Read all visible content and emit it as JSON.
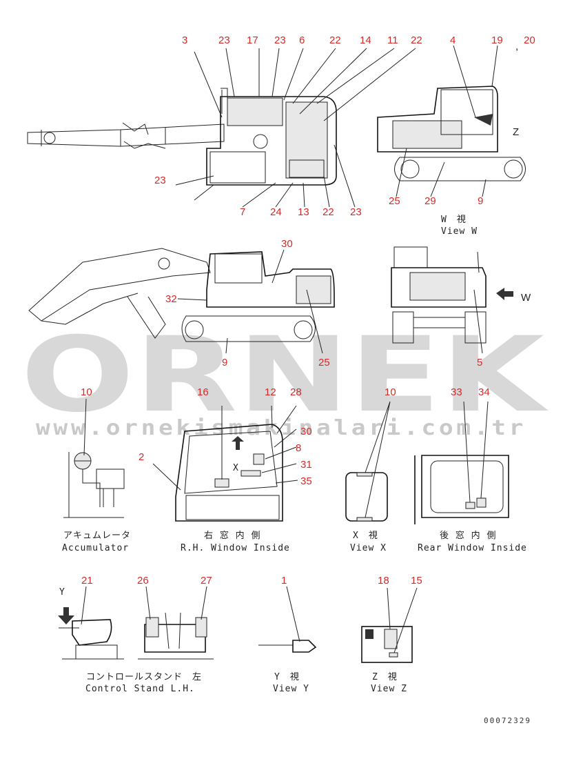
{
  "watermark": {
    "brand": "ORNEK",
    "url": "www.ornekismakinalari.com.tr",
    "color": "#d8d8d8"
  },
  "callout_color": "#d42a2a",
  "callouts": {
    "top_view": [
      "3",
      "23",
      "17",
      "23",
      "6",
      "22",
      "14",
      "11",
      "22",
      "23",
      "7",
      "24",
      "13",
      "22",
      "23"
    ],
    "side_view_w": [
      "4",
      "19",
      "20",
      "25",
      "29",
      "9"
    ],
    "side_view": [
      "30",
      "32",
      "9",
      "25"
    ],
    "rear_view": [
      "5"
    ],
    "accumulator": [
      "10"
    ],
    "rh_window": [
      "16",
      "12",
      "28",
      "2",
      "30",
      "8",
      "31",
      "35"
    ],
    "view_x": [
      "10"
    ],
    "rear_window": [
      "33",
      "34"
    ],
    "control_stand": [
      "21",
      "26",
      "27"
    ],
    "view_y": [
      "1"
    ],
    "view_z": [
      "18",
      "15"
    ]
  },
  "letters": {
    "z": "Z",
    "w": "W",
    "x": "X",
    "y": "Y",
    "comma": ","
  },
  "captions": {
    "view_w_jp": "W　視",
    "view_w_en": "View W",
    "accumulator_jp": "アキュムレータ",
    "accumulator_en": "Accumulator",
    "rh_window_jp": "右 窓 内 側",
    "rh_window_en": "R.H. Window Inside",
    "view_x_jp": "X　視",
    "view_x_en": "View X",
    "rear_window_jp": "後 窓 内 側",
    "rear_window_en": "Rear Window Inside",
    "control_stand_jp": "コントロールスタンド　左",
    "control_stand_en": "Control Stand L.H.",
    "view_y_jp": "Y　視",
    "view_y_en": "View Y",
    "view_z_jp": "Z　視",
    "view_z_en": "View Z"
  },
  "doc_number": "00072329"
}
